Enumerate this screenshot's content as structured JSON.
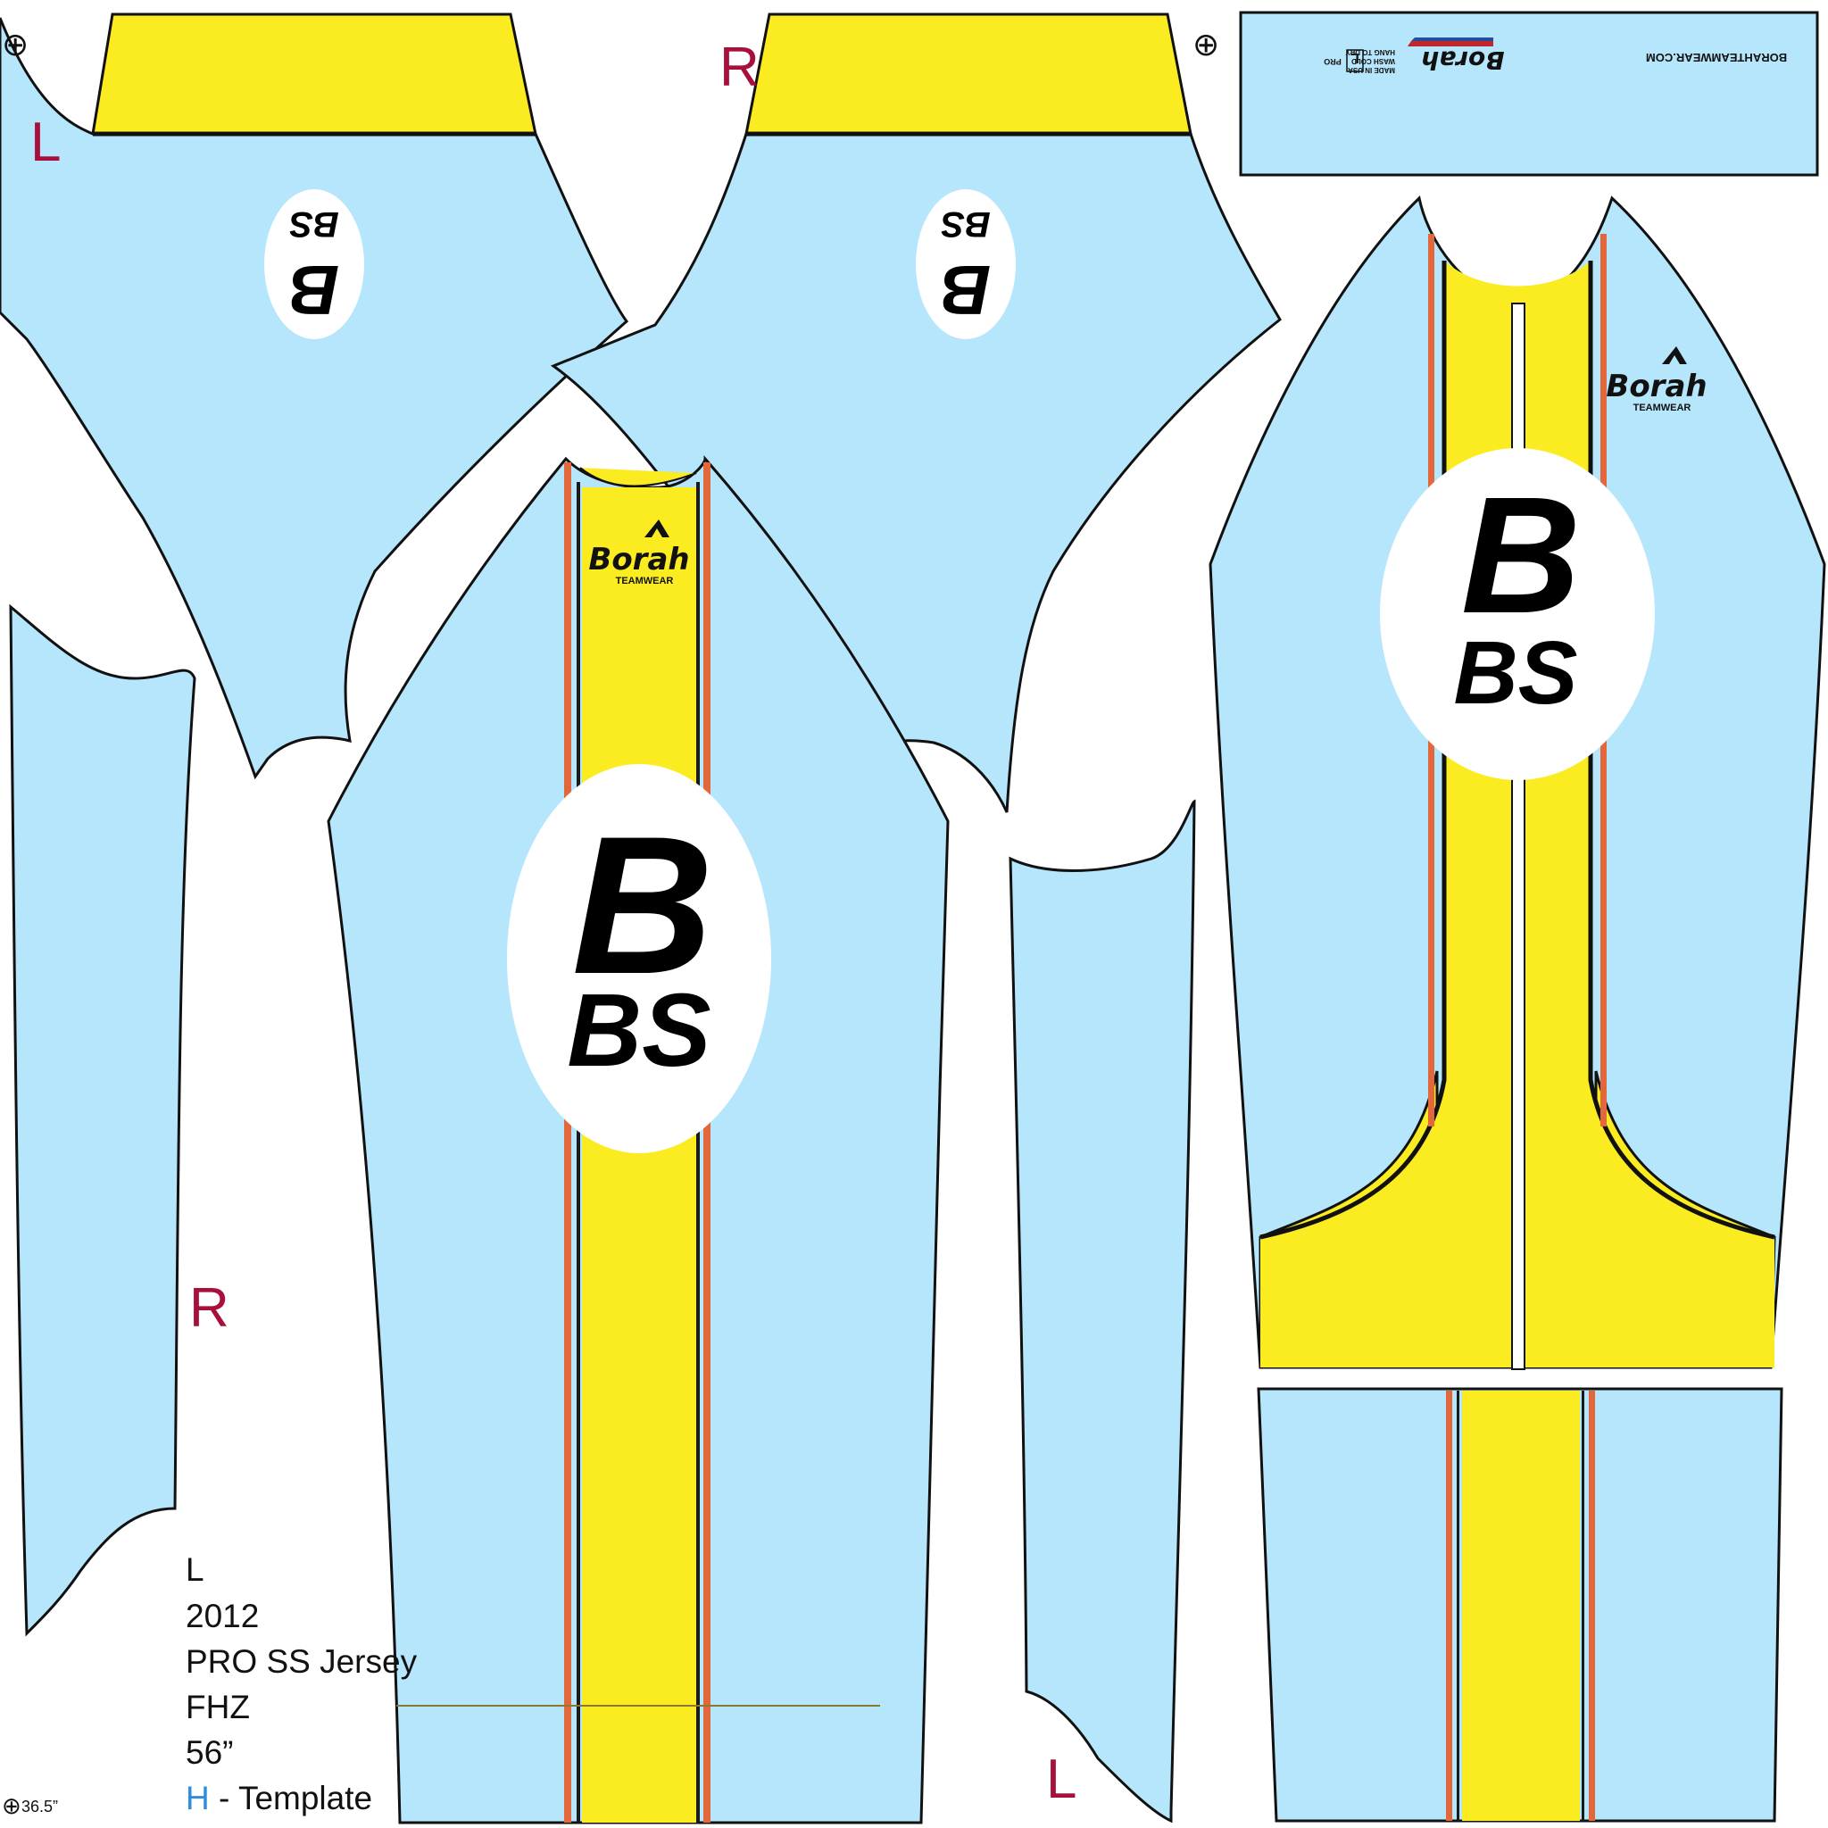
{
  "template": {
    "side_marks": {
      "left_sleeve": "L",
      "right_sleeve": "R",
      "left_side_panel": "R",
      "right_side_panel": "L"
    },
    "spec_lines": {
      "size": "L",
      "year": "2012",
      "product": "PRO SS Jersey",
      "code": "FHZ",
      "length": "56”",
      "grade_letter": "H",
      "grade_suffix": " - Template"
    },
    "measure": "36.5”",
    "registration_mark": "⊕"
  },
  "branding": {
    "team_initial": "B",
    "team_code": "BS",
    "brand_name": "Borah",
    "brand_tagline": "TEAMWEAR",
    "collar_website": "BORAHTEAMWEAR.COM",
    "collar_label_brand": "Borah",
    "collar_label_line1": "MADE IN USA",
    "collar_label_line2": "WASH COLD",
    "collar_label_line3": "HANG TO DRY",
    "collar_label_size": "L",
    "collar_label_pro": "PRO"
  },
  "colors": {
    "body": "#b6e6fb",
    "accent": "#fbec22",
    "stripe": "#e2673a",
    "outline": "#111111",
    "side_mark": "#a80f3a",
    "grade_letter": "#2f8de0"
  }
}
